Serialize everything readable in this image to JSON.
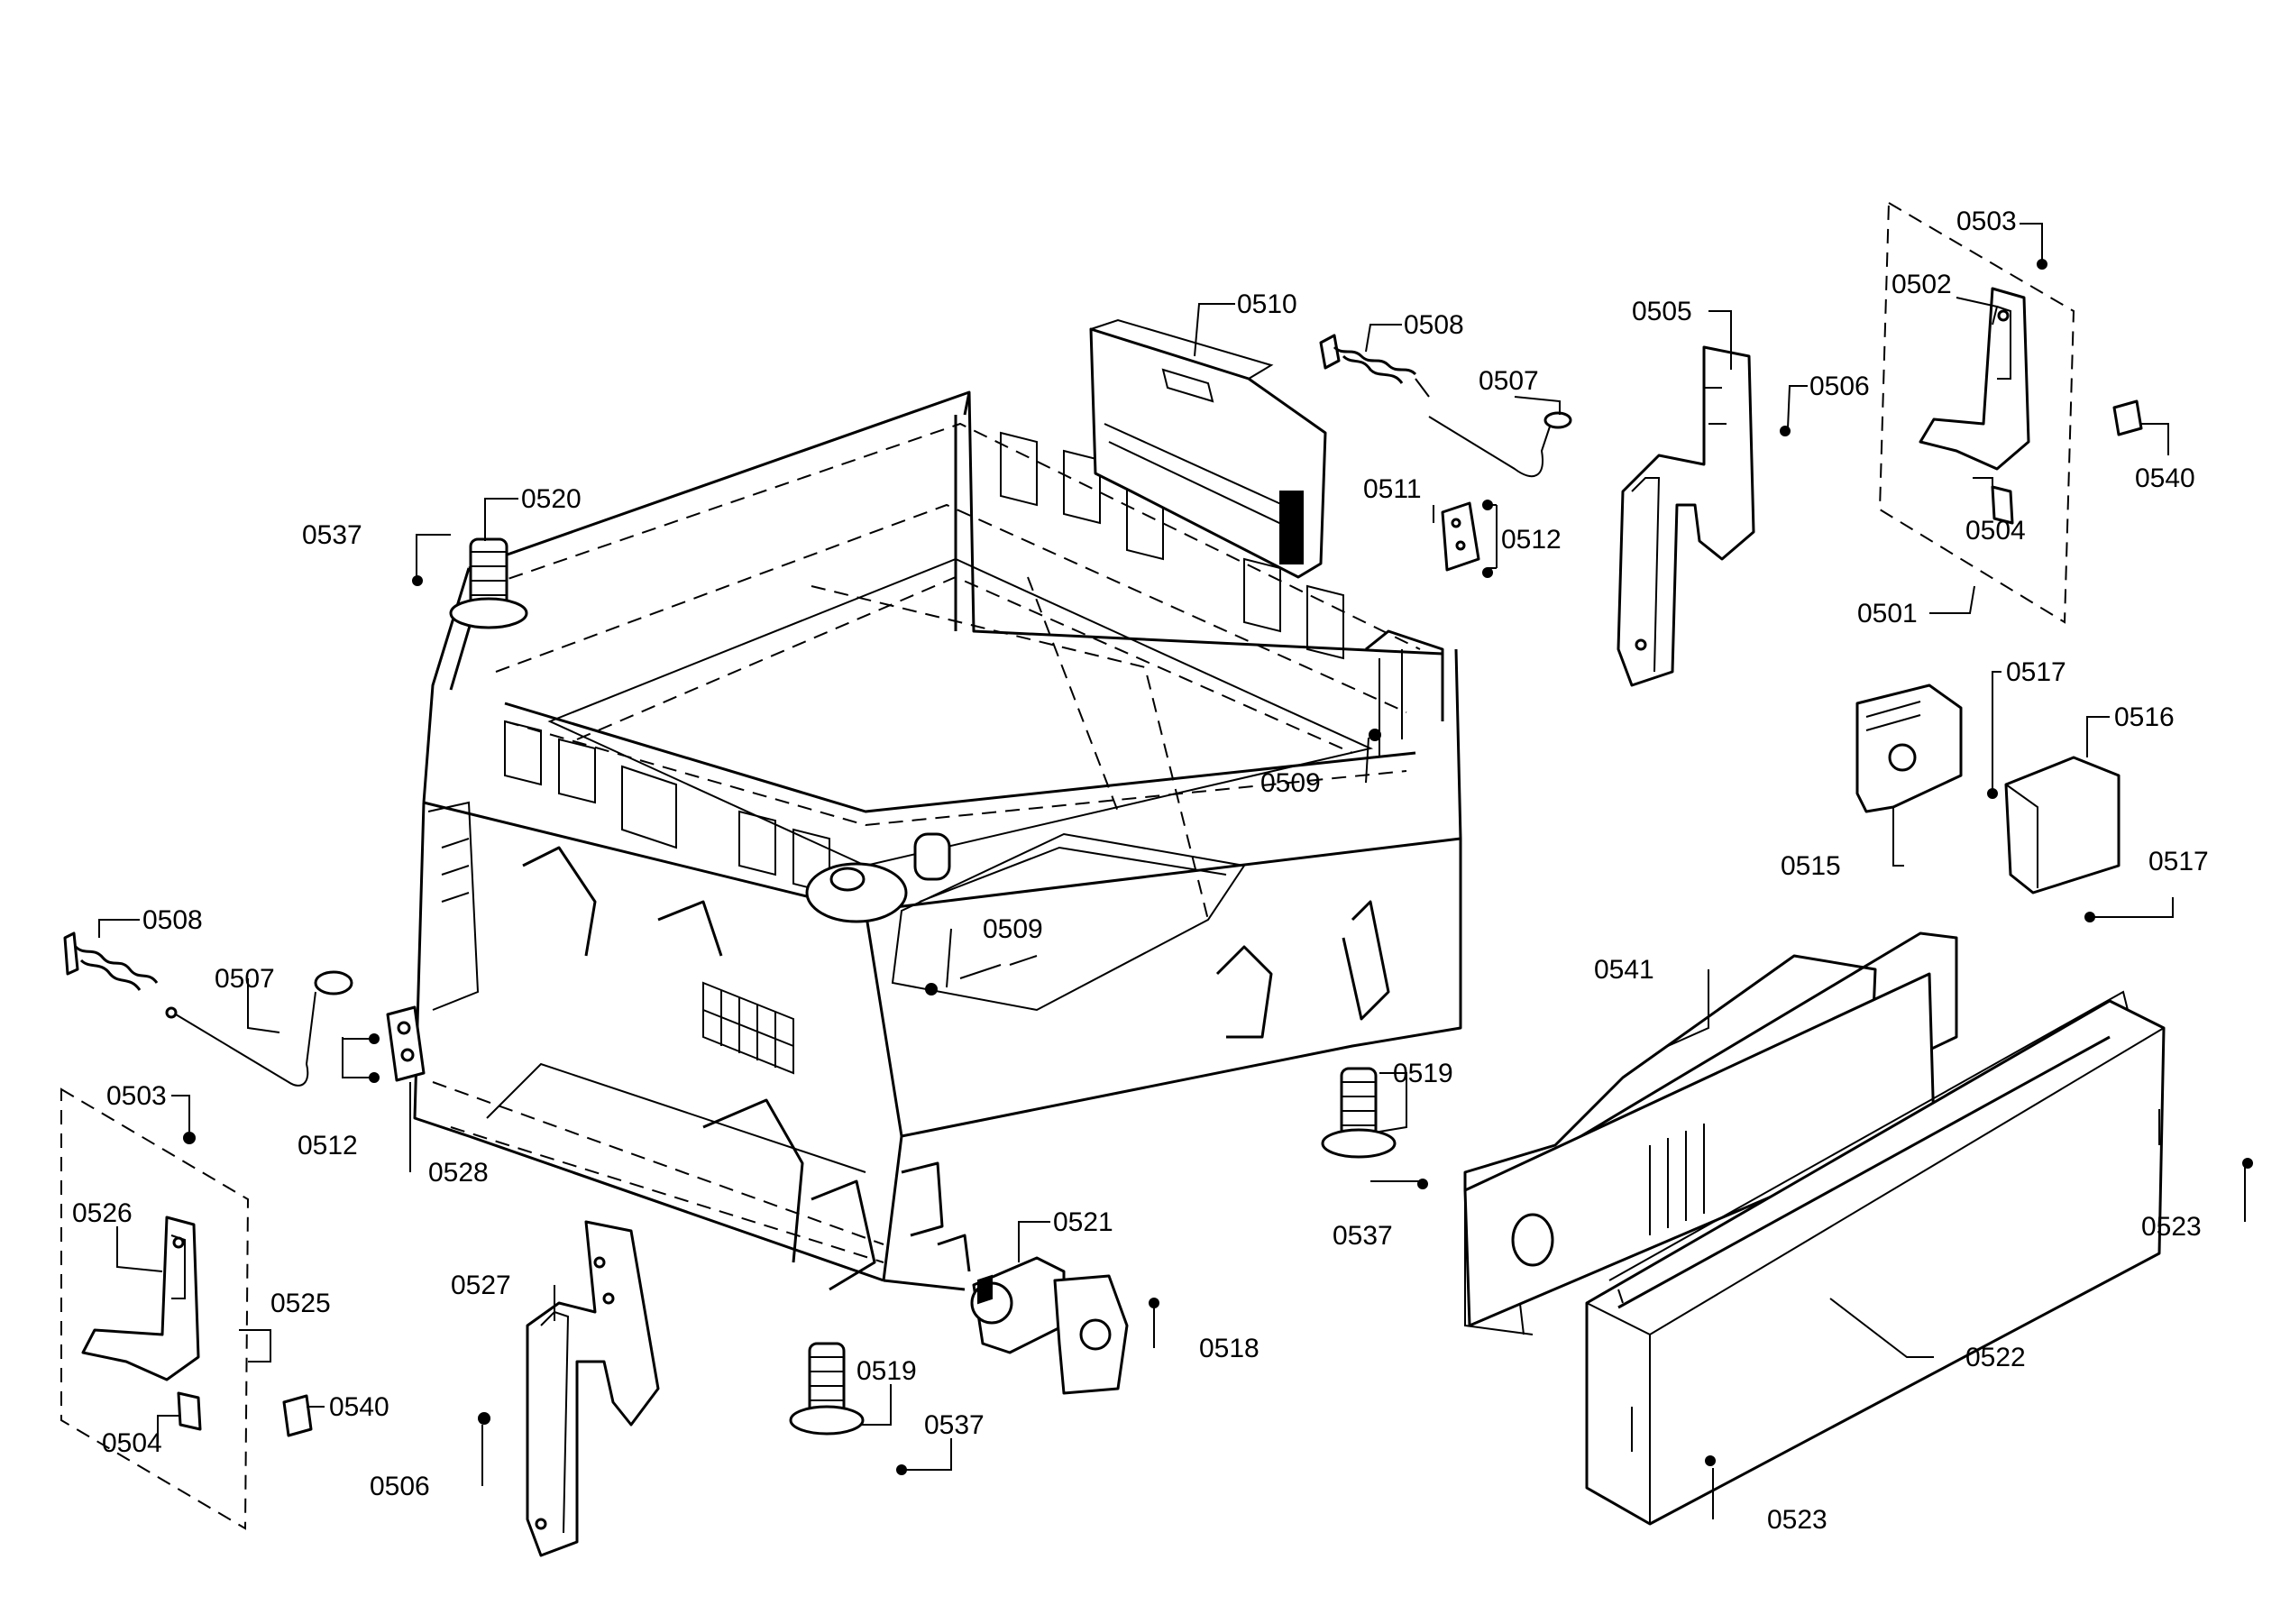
{
  "callouts": {
    "c0503_r": "0503",
    "c0502": "0502",
    "c0540_r": "0540",
    "c0504_r": "0504",
    "c0501": "0501",
    "c0510": "0510",
    "c0508_t": "0508",
    "c0507_t": "0507",
    "c0505": "0505",
    "c0506_t": "0506",
    "c0511": "0511",
    "c0512_t": "0512",
    "c0537_tl": "0537",
    "c0520": "0520",
    "c0509_r": "0509",
    "c0517_t": "0517",
    "c0516": "0516",
    "c0515": "0515",
    "c0517_b": "0517",
    "c0541": "0541",
    "c0508_l": "0508",
    "c0507_l": "0507",
    "c0509_m": "0509",
    "c0519_r": "0519",
    "c0512_l": "0512",
    "c0528": "0528",
    "c0503_l": "0503",
    "c0537_m": "0537",
    "c0523_r": "0523",
    "c0526": "0526",
    "c0525": "0525",
    "c0521": "0521",
    "c0527": "0527",
    "c0518": "0518",
    "c0522": "0522",
    "c0540_l": "0540",
    "c0504_l": "0504",
    "c0519_b": "0519",
    "c0537_b": "0537",
    "c0506_b": "0506",
    "c0523_b": "0523"
  }
}
